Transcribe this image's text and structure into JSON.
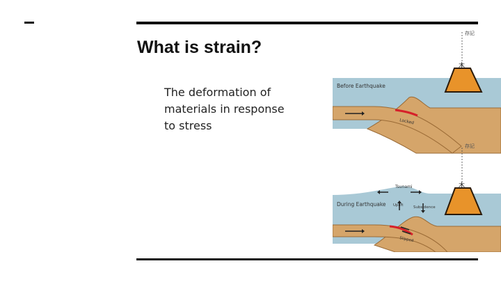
{
  "slide": {
    "title": "What is strain?",
    "body": "The deformation of materials in response to stress"
  },
  "diagram": {
    "panel_top_label": "Before Earthquake",
    "panel_bottom_label": "During Earthquake",
    "station_top": "存記",
    "station_bottom": "存記",
    "locked": "Locked",
    "tsunami": "Tsunami",
    "uplift": "Uplift",
    "subsidence": "Subsidence",
    "slipped": "Slipped",
    "colors": {
      "water": "#a9c9d6",
      "plate": "#d5a56a",
      "plate_edge": "#9a6a35",
      "volcano": "#e8932a",
      "fault": "#d6202a"
    }
  }
}
